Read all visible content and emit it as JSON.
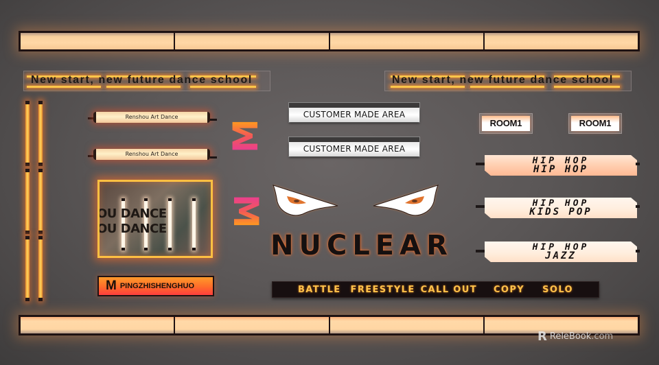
{
  "scene": {
    "description": "Dance studio signage / lighting fixtures catalog render",
    "background_color": "#5b5757",
    "accent_colors": {
      "warm_light": "#ffd6a3",
      "neon_orange": "#ffc74a",
      "gradient_pink": "#e8399a",
      "gradient_orange": "#ff9b1e",
      "battle_text": "#ffc24a"
    }
  },
  "light_bars": {
    "top": {
      "segments": 4
    },
    "bottom": {
      "segments": 4
    }
  },
  "slogans": [
    {
      "text": "New start, new future dance school"
    },
    {
      "text": "New start, new future dance school"
    }
  ],
  "renshou_tubes": [
    {
      "text": "Renshou Art Dance"
    },
    {
      "text": "Renshou Art Dance"
    }
  ],
  "m_logos": [
    {
      "glyph": "M",
      "rotation": "-90deg"
    },
    {
      "glyph": "M",
      "rotation": "90deg"
    }
  ],
  "photo_frame": {
    "lines": [
      "OU DANCE",
      "OU DANCE"
    ]
  },
  "m_badge": {
    "letter": "M",
    "text": "PINGZHISHENGHUO"
  },
  "customer_areas": [
    {
      "text": "CUSTOMER MADE AREA"
    },
    {
      "text": "CUSTOMER MADE AREA"
    }
  ],
  "nuclear_logo": {
    "text": "NUCLEAR",
    "icon": "angry-eyes-icon"
  },
  "battle_bar": {
    "items": [
      "BATTLE",
      "FREESTYLE",
      "CALL OUT",
      "COPY",
      "SOLO"
    ]
  },
  "rooms": [
    {
      "text": "ROOM1"
    },
    {
      "text": "ROOM1"
    }
  ],
  "hiphop_bars": [
    {
      "line1": "HIP HOP",
      "line2": "HIP HOP"
    },
    {
      "line1": "HIP HOP",
      "line2": "KIDS POP"
    },
    {
      "line1": "HIP HOP",
      "line2": "JAZZ"
    }
  ],
  "watermark": {
    "logo": "R",
    "brand": "ReleBook",
    "domain": ".com"
  }
}
